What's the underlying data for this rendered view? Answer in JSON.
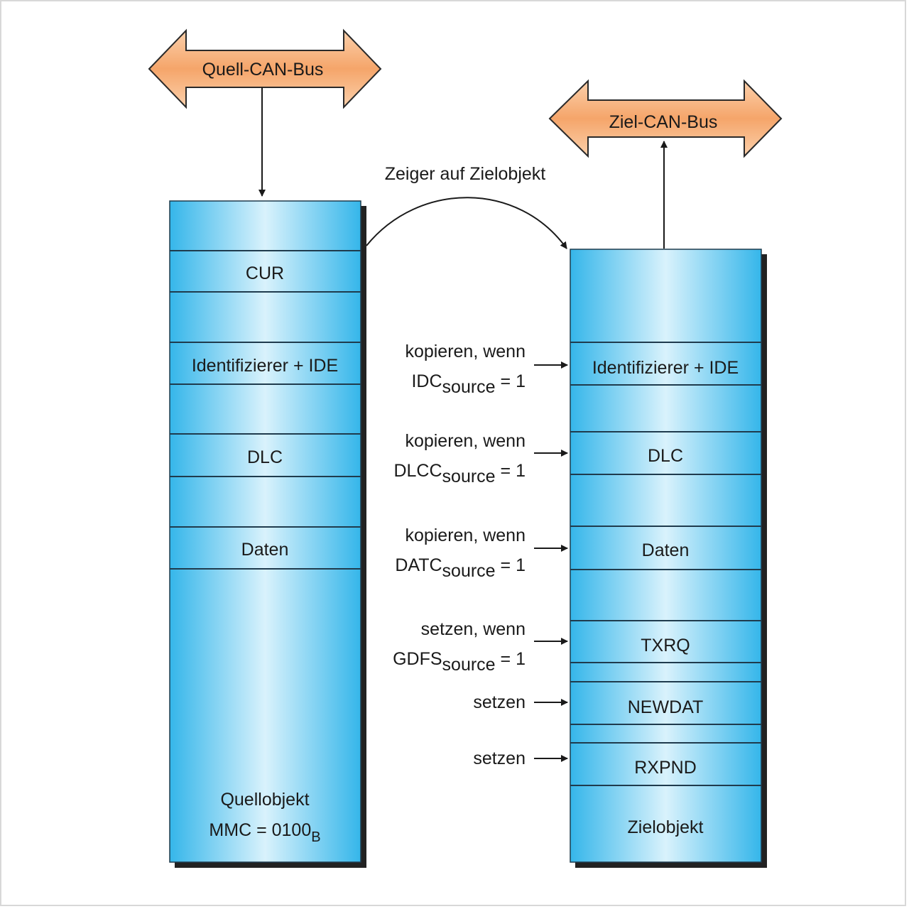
{
  "buses": {
    "source": "Quell-CAN-Bus",
    "target": "Ziel-CAN-Bus"
  },
  "pointer_label": "Zeiger auf Zielobjekt",
  "source_object": {
    "cur": "CUR",
    "identifier": "Identifizierer + IDE",
    "dlc": "DLC",
    "data": "Daten",
    "name": "Quellobjekt",
    "mmc_prefix": "MMC = 0100",
    "mmc_subscript": "B"
  },
  "target_object": {
    "identifier": "Identifizierer + IDE",
    "dlc": "DLC",
    "data": "Daten",
    "txrq": "TXRQ",
    "newdat": "NEWDAT",
    "rxpnd": "RXPND",
    "name": "Zielobjekt"
  },
  "conditions": {
    "idc": {
      "line1": "kopieren, wenn",
      "main": "IDC",
      "sub": "source",
      "suffix": " = 1"
    },
    "dlcc": {
      "line1": "kopieren, wenn",
      "main": "DLCC",
      "sub": "source",
      "suffix": " = 1"
    },
    "datc": {
      "line1": "kopieren, wenn",
      "main": "DATC",
      "sub": "source",
      "suffix": " = 1"
    },
    "gdfs": {
      "line1": "setzen, wenn",
      "main": "GDFS",
      "sub": "source",
      "suffix": " = 1"
    },
    "newdat": {
      "line1": "setzen"
    },
    "rxpnd": {
      "line1": "setzen"
    }
  },
  "colors": {
    "bus_fill": "#f5a56a",
    "column_edge": "#35b6ea",
    "column_center": "#d9f2fc",
    "line": "#1a1a1a"
  }
}
